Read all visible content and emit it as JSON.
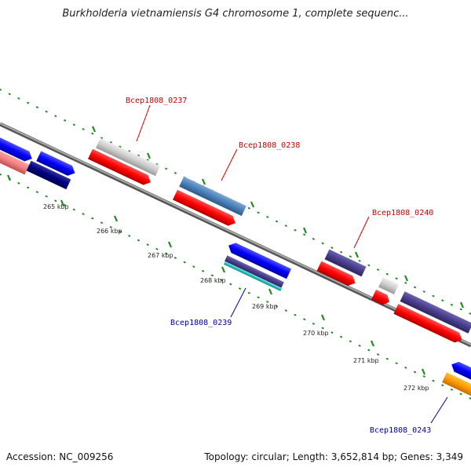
{
  "title": "Burkholderia vietnamiensis G4 chromosome 1, complete sequenc...",
  "footer": {
    "accession": "Accession: NC_009256",
    "summary": "Topology: circular; Length: 3,652,814 bp; Genes: 3,349"
  },
  "colors": {
    "forward_label": "#cc0000",
    "reverse_label": "#000099",
    "backbone": "#888888",
    "ticks": "#228822"
  },
  "kbp_labels": [
    "265 kbp",
    "266 kbp",
    "267 kbp",
    "268 kbp",
    "269 kbp",
    "270 kbp",
    "271 kbp",
    "272 kbp"
  ],
  "gene_labels": [
    {
      "name": "Bcep1808_0237",
      "strand": "forward"
    },
    {
      "name": "Bcep1808_0238",
      "strand": "forward"
    },
    {
      "name": "Bcep1808_0240",
      "strand": "forward"
    },
    {
      "name": "Bcep1808_0239",
      "strand": "reverse"
    },
    {
      "name": "Bcep1808_0243",
      "strand": "reverse"
    }
  ]
}
